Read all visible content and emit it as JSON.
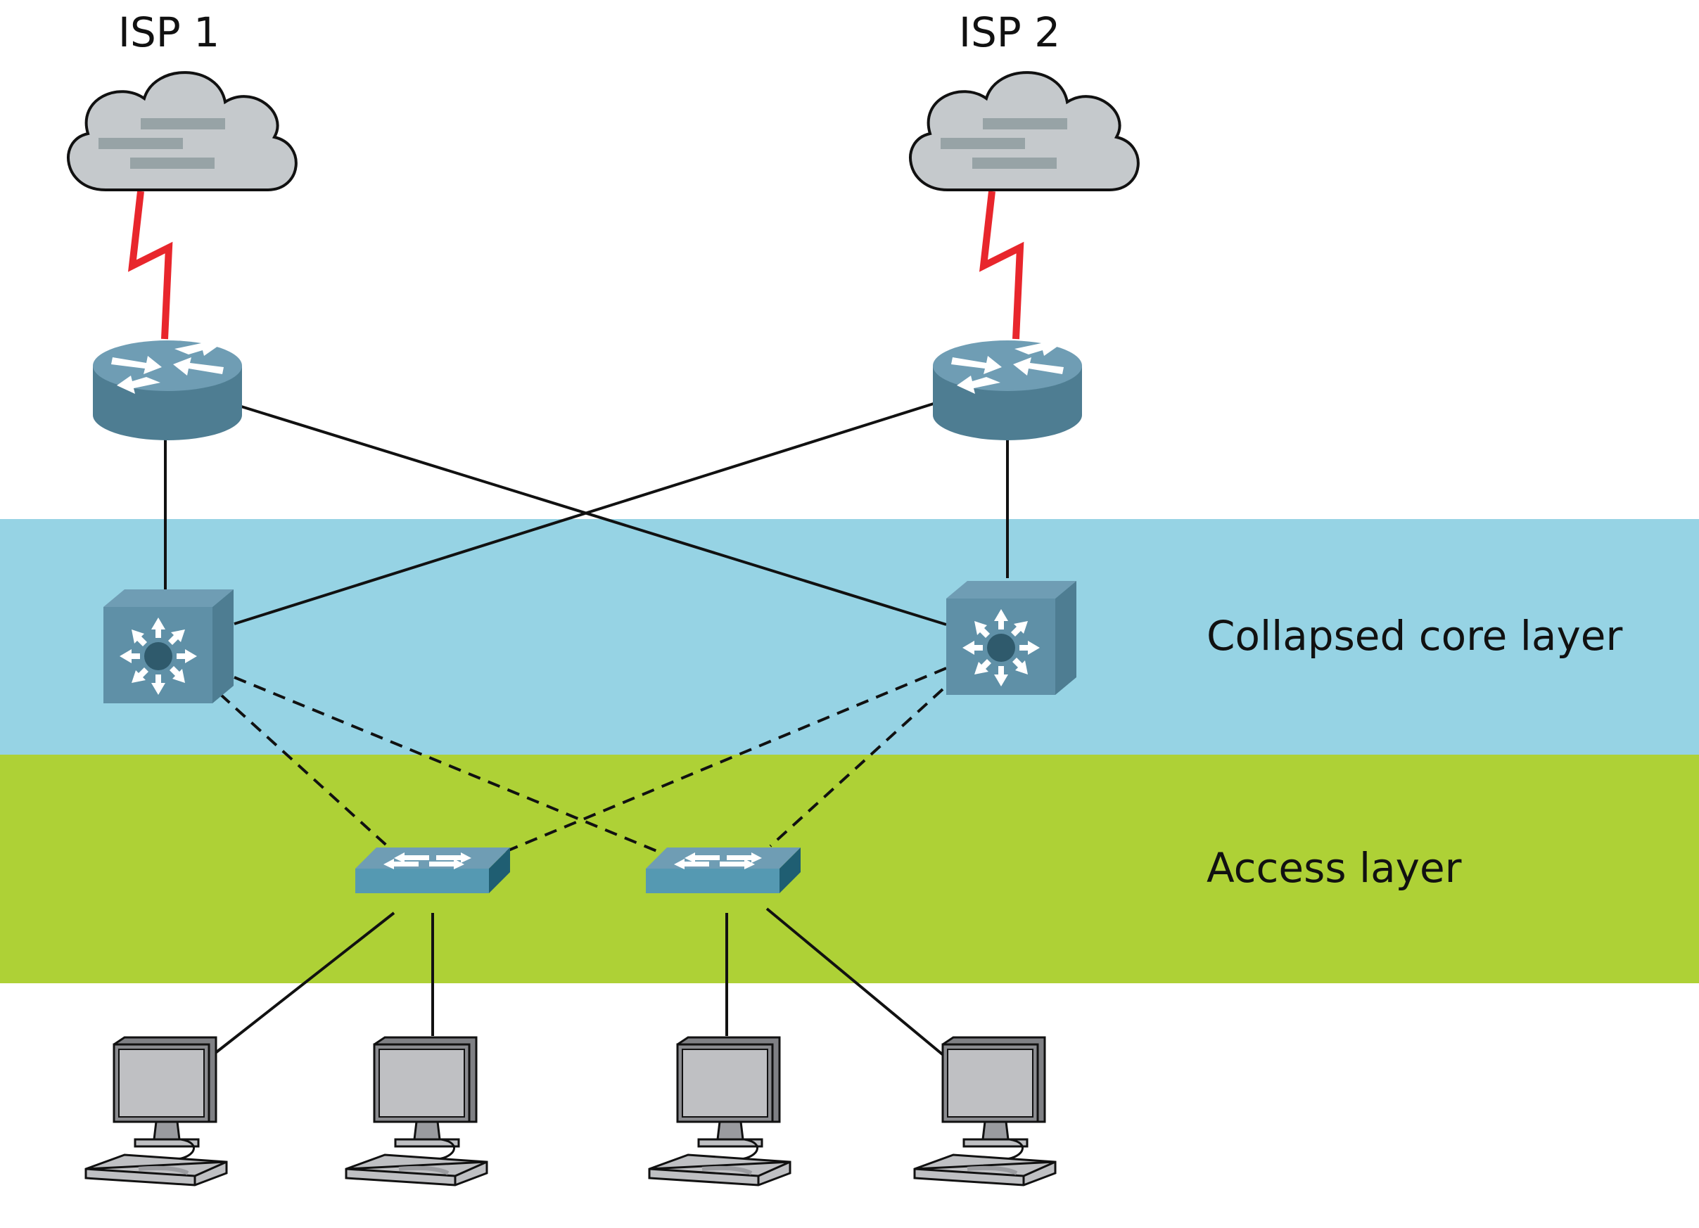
{
  "isps": [
    {
      "id": "isp1",
      "label": "ISP 1"
    },
    {
      "id": "isp2",
      "label": "ISP 2"
    }
  ],
  "layers": [
    {
      "id": "core",
      "label": "Collapsed core layer",
      "color": "#96d3e4"
    },
    {
      "id": "access",
      "label": "Access layer",
      "color": "#aed136"
    }
  ],
  "colors": {
    "wan_link": "#e8262c",
    "link": "#111111",
    "device_top": "#6f9db4",
    "device_side": "#4e7d92",
    "device_front": "#5f90a7",
    "cloud": "#c5c9cc",
    "cloud_bars": "#97a3a6",
    "computer": "#bfc0c3"
  },
  "devices": [
    {
      "id": "router-1",
      "type": "router"
    },
    {
      "id": "router-2",
      "type": "router"
    },
    {
      "id": "core-switch-1",
      "type": "layer3-switch",
      "layer": "core"
    },
    {
      "id": "core-switch-2",
      "type": "layer3-switch",
      "layer": "core"
    },
    {
      "id": "access-switch-1",
      "type": "switch",
      "layer": "access"
    },
    {
      "id": "access-switch-2",
      "type": "switch",
      "layer": "access"
    },
    {
      "id": "pc-1",
      "type": "computer"
    },
    {
      "id": "pc-2",
      "type": "computer"
    },
    {
      "id": "pc-3",
      "type": "computer"
    },
    {
      "id": "pc-4",
      "type": "computer"
    }
  ],
  "links": [
    {
      "from": "isp1",
      "to": "router-1",
      "style": "wan"
    },
    {
      "from": "isp2",
      "to": "router-2",
      "style": "wan"
    },
    {
      "from": "router-1",
      "to": "core-switch-1",
      "style": "solid"
    },
    {
      "from": "router-1",
      "to": "core-switch-2",
      "style": "solid"
    },
    {
      "from": "router-2",
      "to": "core-switch-2",
      "style": "solid"
    },
    {
      "from": "router-2",
      "to": "core-switch-1",
      "style": "solid"
    },
    {
      "from": "core-switch-1",
      "to": "access-switch-1",
      "style": "dashed"
    },
    {
      "from": "core-switch-1",
      "to": "access-switch-2",
      "style": "dashed"
    },
    {
      "from": "core-switch-2",
      "to": "access-switch-1",
      "style": "dashed"
    },
    {
      "from": "core-switch-2",
      "to": "access-switch-2",
      "style": "dashed"
    },
    {
      "from": "access-switch-1",
      "to": "pc-1",
      "style": "solid"
    },
    {
      "from": "access-switch-1",
      "to": "pc-2",
      "style": "solid"
    },
    {
      "from": "access-switch-2",
      "to": "pc-3",
      "style": "solid"
    },
    {
      "from": "access-switch-2",
      "to": "pc-4",
      "style": "solid"
    }
  ]
}
